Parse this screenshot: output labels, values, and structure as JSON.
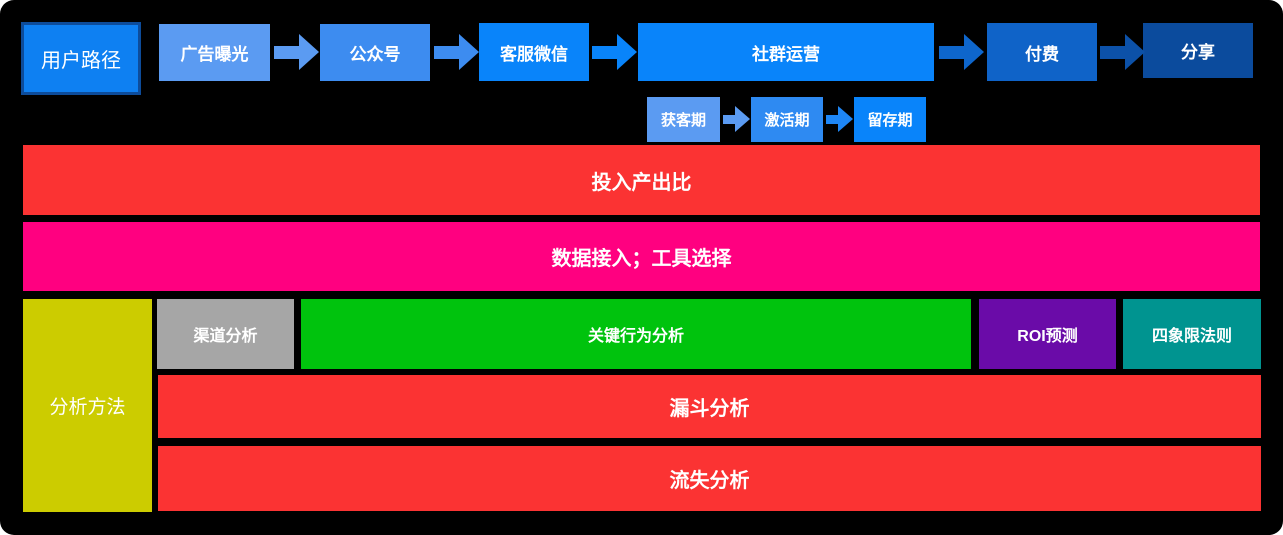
{
  "diagram": {
    "user_path": {
      "title": {
        "text": "用户路径",
        "fill": "#0E80F2",
        "border": "#0D4C9B"
      },
      "steps": [
        {
          "text": "广告曝光",
          "color": "#5B9BF2"
        },
        {
          "text": "公众号",
          "color": "#3D8CF0"
        },
        {
          "text": "客服微信",
          "color": "#0984FA"
        },
        {
          "text": "社群运营",
          "color": "#0984FA"
        },
        {
          "text": "付费",
          "color": "#0F63C8"
        },
        {
          "text": "分享",
          "color": "#0B4B9D"
        }
      ],
      "arrow_colors": [
        "#5B9BF2",
        "#3D8CF0",
        "#0984FA",
        "#0E66CC",
        "#0C51A8"
      ],
      "phases": [
        {
          "text": "获客期",
          "color": "#5B9BF2"
        },
        {
          "text": "激活期",
          "color": "#2E8AF2"
        },
        {
          "text": "留存期",
          "color": "#0984FA"
        }
      ],
      "phase_arrow_colors": [
        "#5B9BF2",
        "#1E86F5"
      ]
    },
    "bars": [
      {
        "text": "投入产出比",
        "color": "#FB3333"
      },
      {
        "text": "数据接入；工具选择",
        "color": "#FF0080"
      }
    ],
    "analysis": {
      "title": {
        "text": "分析方法",
        "color": "#CCCC00"
      },
      "methods": [
        {
          "text": "渠道分析",
          "color": "#A6A6A6"
        },
        {
          "text": "关键行为分析",
          "color": "#00C30D"
        },
        {
          "text": "ROI预测",
          "color": "#6A0BA8"
        },
        {
          "text": "四象限法则",
          "color": "#009490"
        }
      ],
      "bars": [
        {
          "text": "漏斗分析",
          "color": "#FB3333"
        },
        {
          "text": "流失分析",
          "color": "#FB3333"
        }
      ]
    }
  }
}
